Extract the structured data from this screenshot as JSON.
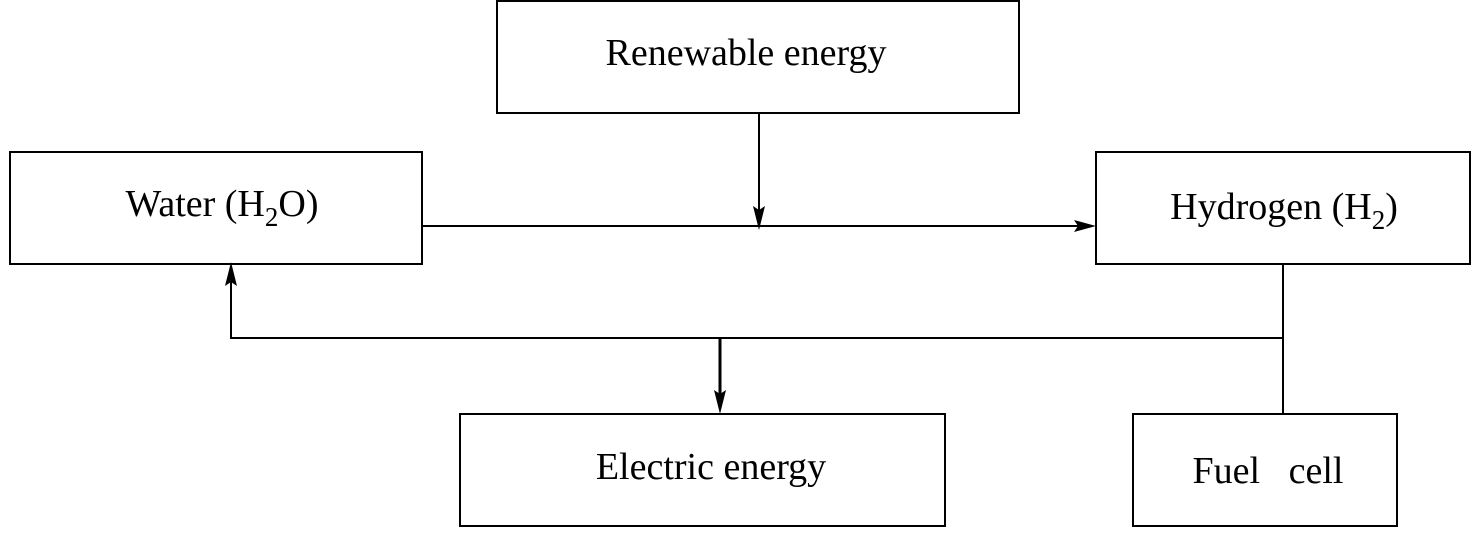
{
  "nodes": {
    "renewable": {
      "label": "Renewable energy"
    },
    "water": {
      "label_main": "Water (H",
      "label_sub": "2",
      "label_tail": "O)"
    },
    "hydrogen": {
      "label_main": "Hydrogen (H",
      "label_sub": "2",
      "label_tail": ")"
    },
    "electric": {
      "label": "Electric energy"
    },
    "fuel_cell": {
      "label": "Fuel   cell"
    }
  },
  "edges": [
    {
      "from": "water",
      "to": "hydrogen"
    },
    {
      "from": "renewable",
      "to": "water-to-hydrogen-flow"
    },
    {
      "from": "fuel_cell",
      "to": "water"
    },
    {
      "from": "fuel_cell",
      "to": "electric"
    }
  ]
}
